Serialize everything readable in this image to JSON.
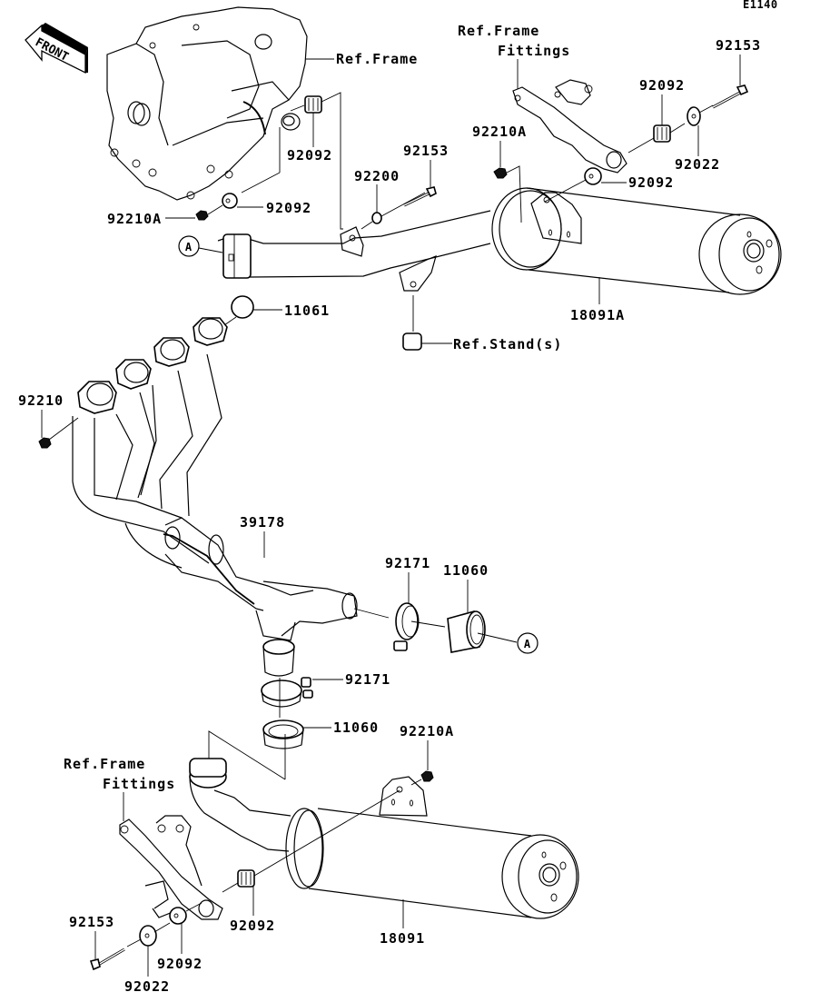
{
  "diagram": {
    "code": "E1140",
    "front_label": "FRONT",
    "ref_marker": "A",
    "labels": {
      "ref_frame_top": "Ref.Frame",
      "ref_frame_fittings_top_1": "Ref.Frame",
      "ref_frame_fittings_top_2": "Fittings",
      "ref_stand": "Ref.Stand(s)",
      "ref_frame_fittings_bottom_1": "Ref.Frame",
      "ref_frame_fittings_bottom_2": "Fittings"
    },
    "parts": [
      {
        "id": "92092_frame_upper",
        "number": "92092"
      },
      {
        "id": "92092_frame_lower",
        "number": "92092"
      },
      {
        "id": "92210A_frame",
        "number": "92210A"
      },
      {
        "id": "92200",
        "number": "92200"
      },
      {
        "id": "92153_upper_mid",
        "number": "92153"
      },
      {
        "id": "92210A_upper_muffler",
        "number": "92210A"
      },
      {
        "id": "92092_fitting_top",
        "number": "92092"
      },
      {
        "id": "92092_fitting_low",
        "number": "92092"
      },
      {
        "id": "92153_upper_right",
        "number": "92153"
      },
      {
        "id": "92022_upper",
        "number": "92022"
      },
      {
        "id": "18091A",
        "number": "18091A"
      },
      {
        "id": "11061",
        "number": "11061"
      },
      {
        "id": "92210",
        "number": "92210"
      },
      {
        "id": "39178",
        "number": "39178"
      },
      {
        "id": "92171_right",
        "number": "92171"
      },
      {
        "id": "11060_right",
        "number": "11060"
      },
      {
        "id": "92171_lower",
        "number": "92171"
      },
      {
        "id": "11060_lower",
        "number": "11060"
      },
      {
        "id": "92210A_lower",
        "number": "92210A"
      },
      {
        "id": "92092_lower_right",
        "number": "92092"
      },
      {
        "id": "18091",
        "number": "18091"
      },
      {
        "id": "92153_lower",
        "number": "92153"
      },
      {
        "id": "92092_lower_left",
        "number": "92092"
      },
      {
        "id": "92022_lower",
        "number": "92022"
      }
    ]
  }
}
